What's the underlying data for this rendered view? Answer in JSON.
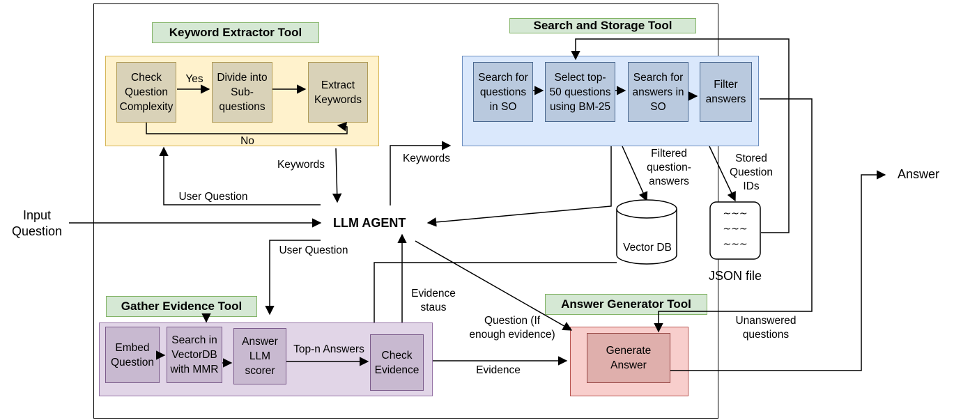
{
  "keyword_tool": {
    "title": "Keyword Extractor Tool",
    "check_complexity": "Check\nQuestion\nComplexity",
    "divide": "Divide into\nSub-\nquestions",
    "extract": "Extract\nKeywords",
    "yes": "Yes",
    "no": "No"
  },
  "search_tool": {
    "title": "Search and Storage Tool",
    "search_questions": "Search for\nquestions\nin SO",
    "select_top": "Select top-\n50 questions\nusing BM-25",
    "search_answers": "Search for\nanswers in\nSO",
    "filter_answers": "Filter\nanswers"
  },
  "evidence_tool": {
    "title": "Gather Evidence Tool",
    "embed": "Embed\nQuestion",
    "search_vectordb": "Search in\nVectorDB\nwith MMR",
    "answer_scorer": "Answer\nLLM\nscorer",
    "check_evidence": "Check\nEvidence",
    "top_n": "Top-n Answers"
  },
  "answer_tool": {
    "title": "Answer Generator Tool",
    "generate": "Generate\nAnswer"
  },
  "agent": {
    "label": "LLM AGENT"
  },
  "storage": {
    "vector_db": "Vector DB",
    "json_file": "JSON file",
    "json_lines": "~~~\n~~~\n~~~"
  },
  "labels": {
    "input_question": "Input\nQuestion",
    "answer": "Answer",
    "keywords_in": "Keywords",
    "keywords_out": "Keywords",
    "user_question_top": "User Question",
    "user_question_bottom": "User Question",
    "filtered_qa": "Filtered\nquestion-\nanswers",
    "stored_ids": "Stored\nQuestion\nIDs",
    "evidence_status": "Evidence\nstaus",
    "question_if": "Question (If\nenough evidence)",
    "evidence": "Evidence",
    "unanswered": "Unanswered\nquestions"
  },
  "colors": {
    "keyword_fill": "#fff2cc",
    "keyword_border": "#d6b656",
    "search_fill": "#dae8fc",
    "search_border": "#6c8ebf",
    "evidence_fill": "#e1d5e7",
    "evidence_border": "#9673a6",
    "answer_fill": "#f8cecc",
    "answer_border": "#b85450",
    "title_fill": "#d5e8d4",
    "title_border": "#82b366"
  }
}
